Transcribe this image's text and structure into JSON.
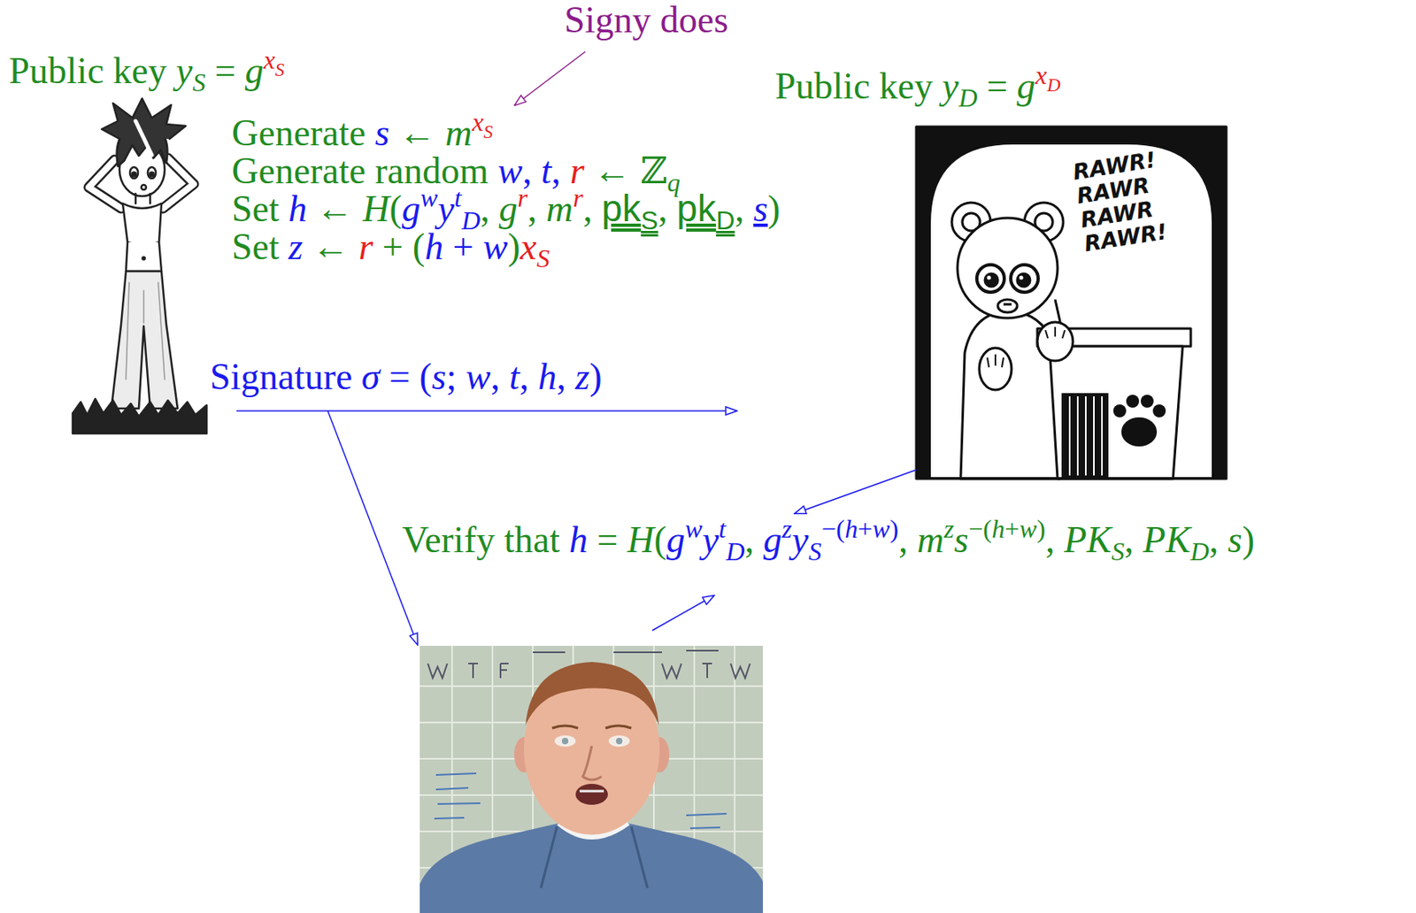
{
  "diagram": {
    "nodes": [
      {
        "text": [
          "RAWR! RAWR RAWR RAWR!"
        ]
      }
    ],
    "labels": [
      "Signy does",
      "Public key yS = gxS",
      "Public key yD = gxD",
      "Generate s ← mxS",
      "Generate random w, t, r ← ℤq",
      "Set h ← H(gwytD, gr, mr, pkS, pkD, s)",
      "Set z ← r + (h + w)xS",
      "Signature σ = (s; w, t, h, z)",
      "Verify that h = H(gwytD, gzyS−(h+w), mzs−(h+w), PKS, PKD, s)"
    ]
  }
}
